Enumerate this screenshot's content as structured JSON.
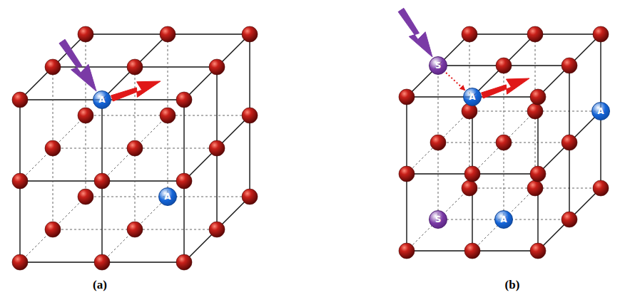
{
  "diagram": {
    "nodes": [
      {
        "text": [
          "A"
        ]
      },
      {
        "text": [
          "A"
        ]
      },
      {
        "text": [
          "S"
        ]
      },
      {
        "text": [
          "A"
        ]
      },
      {
        "text": [
          "A"
        ]
      },
      {
        "text": [
          "S"
        ]
      },
      {
        "text": [
          "A"
        ]
      }
    ],
    "edges": [
      {
        "from": 2,
        "to": 3,
        "arrow": "to"
      }
    ],
    "labels": [
      "(a)",
      "(b)"
    ]
  }
}
